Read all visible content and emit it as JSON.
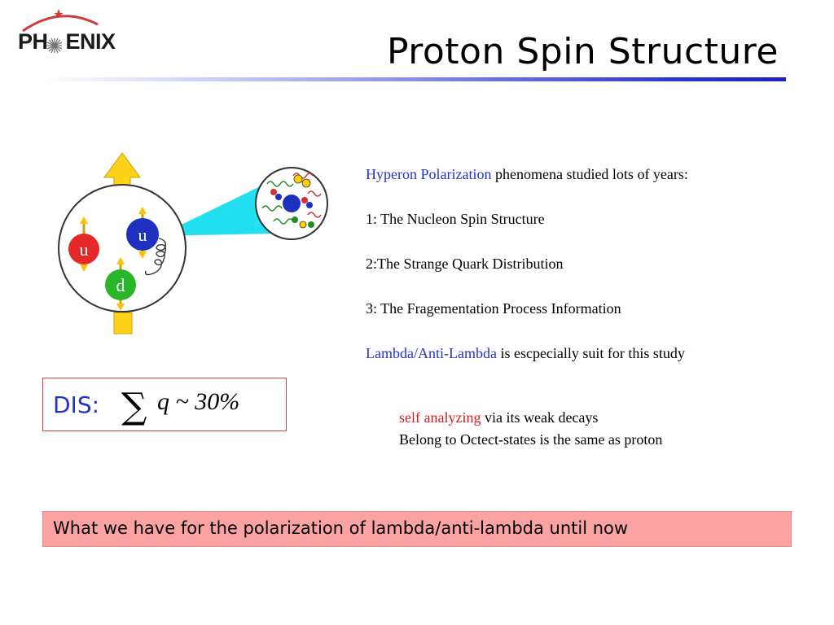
{
  "logo": {
    "text_left": "PH",
    "text_right": "ENIX"
  },
  "slide": {
    "title": "Proton Spin Structure"
  },
  "diagram": {
    "quarks": [
      {
        "label": "u",
        "color": "#e52929"
      },
      {
        "label": "u",
        "color": "#1f2fc0"
      },
      {
        "label": "d",
        "color": "#2bb52b"
      }
    ]
  },
  "points": {
    "intro_highlight": "Hyperon Polarization",
    "intro_rest": " phenomena studied lots of years:",
    "item1": "1: The Nucleon Spin Structure",
    "item2": "2:The Strange Quark Distribution",
    "item3": "3: The Fragementation Process Information",
    "lambda_highlight": "Lambda/Anti-Lambda",
    "lambda_rest": " is escpecially suit for this study"
  },
  "sub_points": {
    "self_highlight": "self analyzing",
    "self_rest": " via its weak decays",
    "octet": "Belong to Octect-states is the same as proton"
  },
  "dis": {
    "label": "DIS:",
    "sigma": "∑",
    "formula": "q ~ 30%"
  },
  "banner": {
    "text": "What we have for the polarization of lambda/anti-lambda until now"
  },
  "colors": {
    "accent_blue": "#2233cc",
    "accent_red": "#d81b1b",
    "banner_bg": "#fba3a3"
  }
}
